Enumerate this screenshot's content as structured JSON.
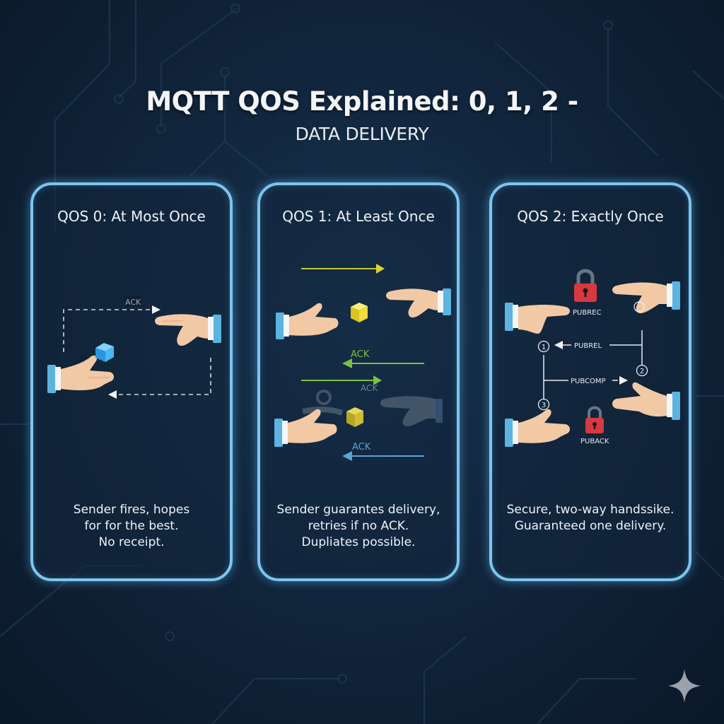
{
  "header": {
    "title": "MQTT QOS Explained: 0, 1, 2 -",
    "subtitle": "DATA DELIVERY"
  },
  "colors": {
    "background": "#11263d",
    "card_border": "#7cc5f0",
    "qos0_packet": "#3aa8ee",
    "qos1_packet": "#e3d43a",
    "qos1_send_arrow": "#c8c43a",
    "ack_green": "#7bc043",
    "ack_blue": "#5aa3d6",
    "lock_red": "#d9383e",
    "skin": "#f2c9a5",
    "cuff": "#5bb3e0"
  },
  "cards": [
    {
      "title": "QOS 0: At Most Once",
      "labels": {
        "ack": "ACK"
      },
      "description": [
        "Sender fires, hopes",
        "for for the best.",
        "No receipt."
      ]
    },
    {
      "title": "QOS 1: At Least Once",
      "labels": {
        "ack_1": "ACK",
        "ack_2": "ACK",
        "ack_3": "ACK"
      },
      "description": [
        "Sender guarantes delivery,",
        "retries if no ACK.",
        "Dupliates possible."
      ]
    },
    {
      "title": "QOS 2: Exactly Once",
      "labels": {
        "pubrec": "PUBREC",
        "pubrel": "PUBREL",
        "pubcomp": "PUBCOMP",
        "puback": "PUBACK",
        "step_1": "1",
        "step_2": "2",
        "step_3": "3"
      },
      "description": [
        "Secure, two-way handssike.",
        "Guaranteed one delivery."
      ]
    }
  ],
  "icons": {
    "corner": "sparkle-icon"
  }
}
